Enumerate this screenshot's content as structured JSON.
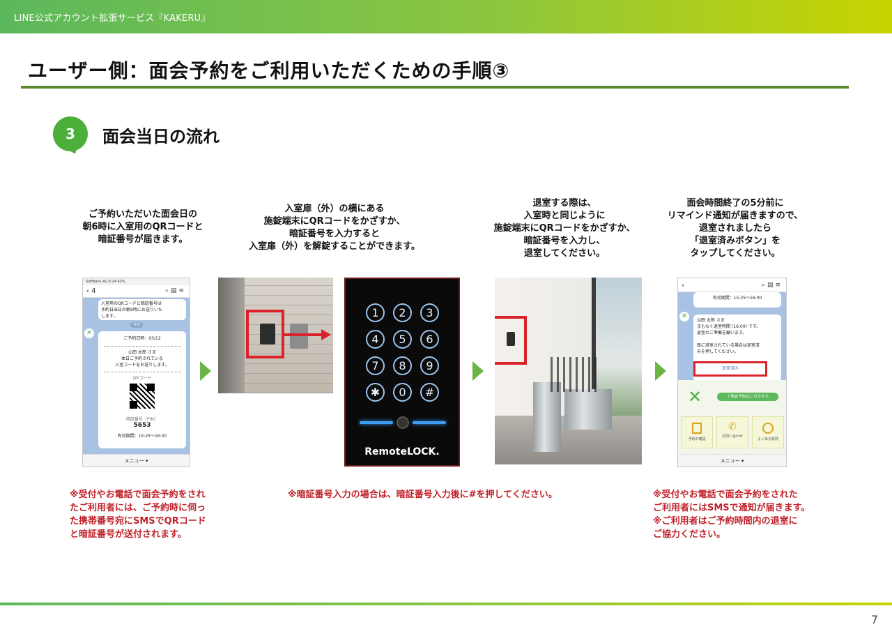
{
  "header": {
    "service_name": "LINE公式アカウント拡張サービス『KAKERU』"
  },
  "title": "ユーザー側：面会予約をご利用いただくための手順③",
  "step": {
    "number": "3",
    "title": "面会当日の流れ"
  },
  "columns": [
    {
      "caption": [
        "ご予約いただいた面会日の",
        "朝6時に入室用のQRコードと",
        "暗証番号が届きます。"
      ]
    },
    {
      "caption": [
        "入室扉（外）の横にある",
        "施錠端末にQRコードをかざすか、",
        "暗証番号を入力すると",
        "入室扉（外）を解錠することができます。"
      ]
    },
    {
      "caption": [
        "退室する際は、",
        "入室時と同じように",
        "施錠端末にQRコードをかざすか、",
        "暗証番号を入力し、",
        "退室してください。"
      ]
    },
    {
      "caption": [
        "面会時間終了の5分前に",
        "リマインド通知が届きますので、",
        "退室されましたら",
        "「退室済みボタン」を",
        "タップしてください。"
      ]
    }
  ],
  "phone1": {
    "status": "SoftBank 4G   8:24   63%",
    "nav_back": "‹ 4",
    "message": [
      "入室用のQRコードと暗証番号は",
      "予約日当日の朝6時にお送りいた",
      "します。"
    ],
    "date_chip": "今日",
    "card": {
      "date_line": "ご予約日時：03/12",
      "name_line": "山田 太郎 さま",
      "info": [
        "本日ご予約されている",
        "入室コードをお送りします。"
      ],
      "qr_label": "QRコード",
      "pin_label": "暗証番号（PIN）",
      "pin": "5653",
      "valid": "有効期間：15:25〜16:00"
    },
    "menu": "メニュー ▾"
  },
  "phone2": {
    "valid": "有効期間：15:25〜16:00",
    "message": [
      "山田 太郎 さま",
      "まもなく退室時間 (16:00) です。",
      "退室のご準備を願います。",
      "",
      "既に退室されている場合は退室済",
      "みを押してください。"
    ],
    "button": "退室済み",
    "reserve_link": "＋面会予約はこちらから",
    "tiles": [
      "予約の確認",
      "お問い合わせ",
      "よくある質問"
    ],
    "menu": "メニュー ▾"
  },
  "keypad": {
    "keys": [
      "1",
      "2",
      "3",
      "4",
      "5",
      "6",
      "7",
      "8",
      "9",
      "✱",
      "0",
      "#"
    ],
    "brand": "RemoteLOCK."
  },
  "notes": {
    "left": [
      "※受付やお電話で面会予約をされ",
      "たご利用者には、ご予約時に伺っ",
      "た携帯番号宛にSMSでQRコード",
      "と暗証番号が送付されます。"
    ],
    "center": "※暗証番号入力の場合は、暗証番号入力後に#を押してください。",
    "right": [
      "※受付やお電話で面会予約をされた",
      "ご利用者にはSMSで通知が届きます。",
      "※ご利用者はご予約時間内の退室に",
      "ご協力ください。"
    ]
  },
  "colors": {
    "accent_green": "#4caf3a",
    "note_red": "#c0222a",
    "highlight_red": "#d9222a"
  },
  "page_number": "7"
}
